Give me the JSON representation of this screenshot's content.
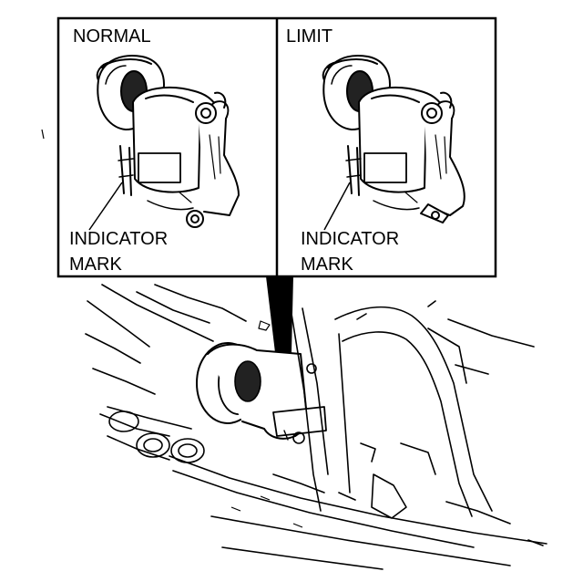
{
  "panels": {
    "normal": {
      "title": "NORMAL",
      "indicator_line1": "INDICATOR",
      "indicator_line2": "MARK"
    },
    "limit": {
      "title": "LIMIT",
      "indicator_line1": "INDICATOR",
      "indicator_line2": "MARK"
    }
  },
  "colors": {
    "ink": "#000000",
    "paper": "#ffffff"
  }
}
